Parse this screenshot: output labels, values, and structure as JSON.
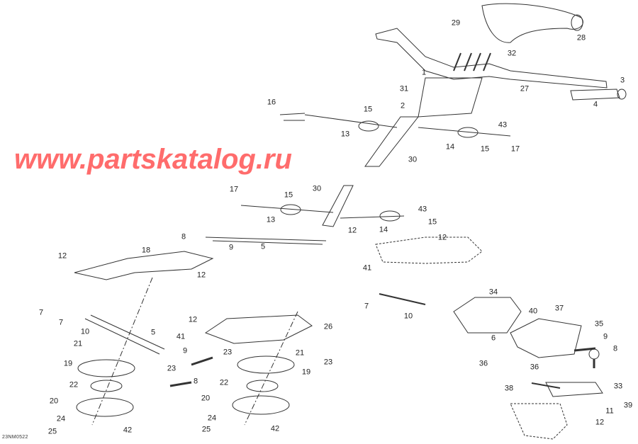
{
  "diagram": {
    "drawing_code": "23NM0522",
    "watermark": "www.partskatalog.ru",
    "watermark_color": "#ff3b3b",
    "callouts": [
      "29",
      "28",
      "32",
      "1",
      "3",
      "27",
      "31",
      "4",
      "2",
      "16",
      "15",
      "43",
      "13",
      "14",
      "15",
      "17",
      "30",
      "17",
      "30",
      "15",
      "43",
      "13",
      "15",
      "14",
      "12",
      "8",
      "12",
      "9",
      "5",
      "18",
      "12",
      "12",
      "41",
      "34",
      "7",
      "10",
      "7",
      "7",
      "10",
      "5",
      "12",
      "40",
      "37",
      "35",
      "41",
      "26",
      "6",
      "9",
      "21",
      "9",
      "23",
      "21",
      "8",
      "19",
      "23",
      "23",
      "19",
      "36",
      "36",
      "8",
      "22",
      "22",
      "33",
      "38",
      "39",
      "20",
      "20",
      "11",
      "24",
      "24",
      "12",
      "25",
      "42",
      "25",
      "42"
    ]
  }
}
